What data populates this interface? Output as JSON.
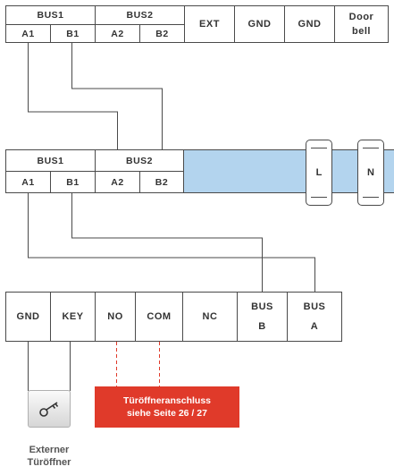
{
  "top_block": {
    "bus1": "BUS1",
    "bus2": "BUS2",
    "a1": "A1",
    "b1": "B1",
    "a2": "A2",
    "b2": "B2",
    "ext": "EXT",
    "gnd1": "GND",
    "gnd2": "GND",
    "doorbell_line1": "Door",
    "doorbell_line2": "bell"
  },
  "middle_block": {
    "bus1": "BUS1",
    "bus2": "BUS2",
    "a1": "A1",
    "b1": "B1",
    "a2": "A2",
    "b2": "B2",
    "clamp_l": "L",
    "clamp_n": "N"
  },
  "bottom_block": {
    "gnd": "GND",
    "key": "KEY",
    "no": "NO",
    "com": "COM",
    "nc": "NC",
    "bus_b_line1": "BUS",
    "bus_b_line2": "B",
    "bus_a_line1": "BUS",
    "bus_a_line2": "A"
  },
  "external_opener": {
    "icon": "key-icon",
    "line1": "Externer",
    "line2": "Türöffner"
  },
  "door_opener_note": {
    "line1": "Türöffneranschluss",
    "line2": "siehe Seite 26 / 27"
  },
  "colors": {
    "rail": "#b3d4ee",
    "note_background": "#e03a2a",
    "line": "#4a4a4a",
    "dashed_line": "#e03a2a"
  }
}
